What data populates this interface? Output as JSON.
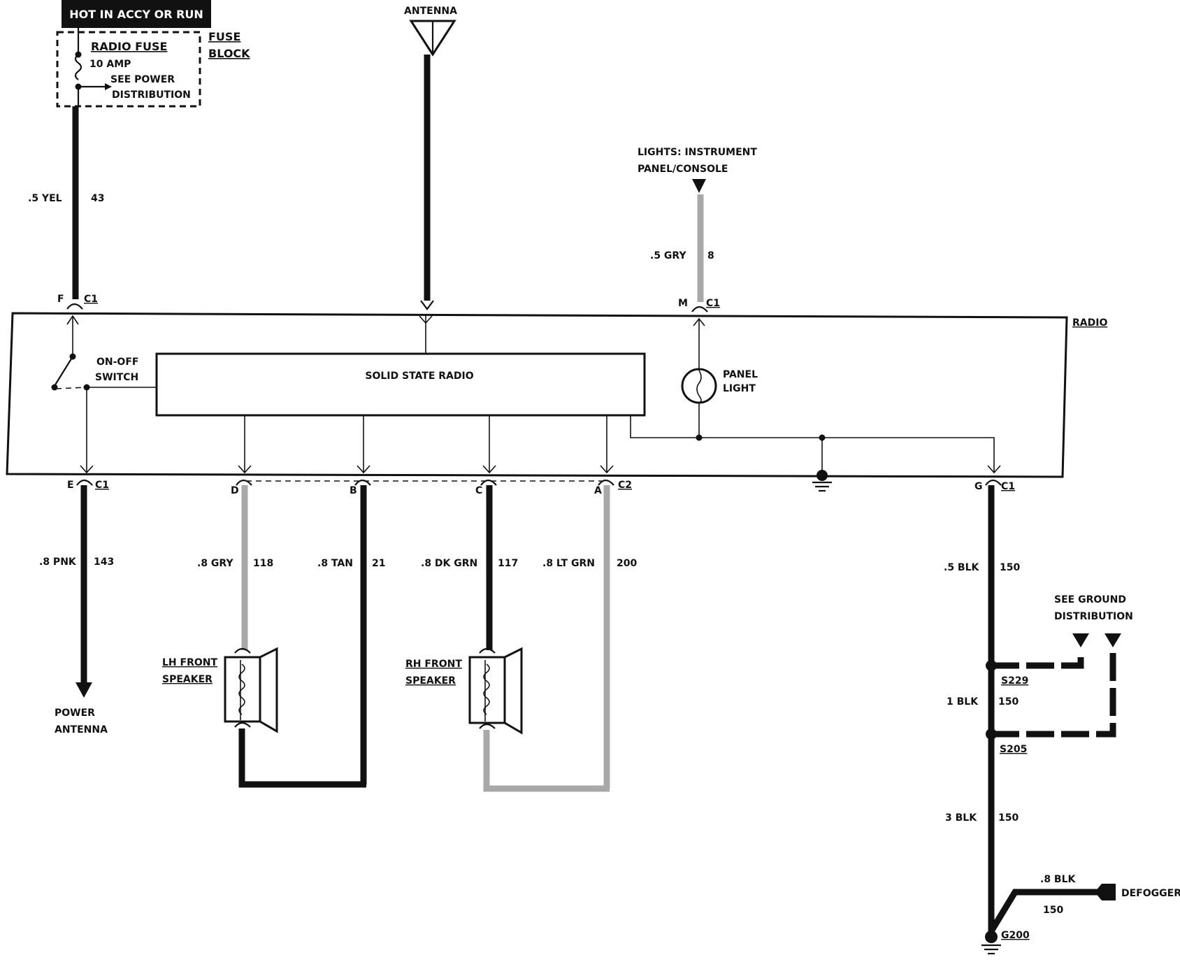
{
  "header": {
    "power_state": "HOT IN ACCY OR RUN"
  },
  "fuse": {
    "name": "RADIO FUSE",
    "rating": "10 AMP",
    "note_line1": "SEE POWER",
    "note_line2": "DISTRIBUTION",
    "block_line1": "FUSE",
    "block_line2": "BLOCK"
  },
  "antenna": {
    "label": "ANTENNA"
  },
  "lights": {
    "line1": "LIGHTS: INSTRUMENT",
    "line2": "PANEL/CONSOLE"
  },
  "radio": {
    "label": "RADIO",
    "unit_label": "SOLID STATE RADIO",
    "switch_line1": "ON-OFF",
    "switch_line2": "SWITCH",
    "lamp_line1": "PANEL",
    "lamp_line2": "LIGHT"
  },
  "connectors": {
    "F": "F",
    "M": "M",
    "E": "E",
    "D": "D",
    "B": "B",
    "C": "C",
    "A": "A",
    "G": "G",
    "c1": "C1",
    "c2": "C2"
  },
  "wires": {
    "yel": {
      "gauge": ".5 YEL",
      "circuit": "43"
    },
    "gry_light": {
      "gauge": ".5 GRY",
      "circuit": "8"
    },
    "pnk": {
      "gauge": ".8 PNK",
      "circuit": "143"
    },
    "gry": {
      "gauge": ".8 GRY",
      "circuit": "118"
    },
    "tan": {
      "gauge": ".8 TAN",
      "circuit": "21"
    },
    "dkgrn": {
      "gauge": ".8 DK GRN",
      "circuit": "117"
    },
    "ltgrn": {
      "gauge": ".8 LT GRN",
      "circuit": "200"
    },
    "blk_a": {
      "gauge": ".5 BLK",
      "circuit": "150"
    },
    "blk_b": {
      "gauge": "1 BLK",
      "circuit": "150"
    },
    "blk_c": {
      "gauge": "3 BLK",
      "circuit": "150"
    },
    "blk_d": {
      "gauge": ".8 BLK",
      "circuit": "150"
    }
  },
  "devices": {
    "power_antenna_line1": "POWER",
    "power_antenna_line2": "ANTENNA",
    "lh_speaker_line1": "LH FRONT",
    "lh_speaker_line2": "SPEAKER",
    "rh_speaker_line1": "RH FRONT",
    "rh_speaker_line2": "SPEAKER",
    "ground_dist_line1": "SEE GROUND",
    "ground_dist_line2": "DISTRIBUTION",
    "defogger": "DEFOGGER"
  },
  "splices": {
    "s229": "S229",
    "s205": "S205",
    "g200": "G200"
  }
}
